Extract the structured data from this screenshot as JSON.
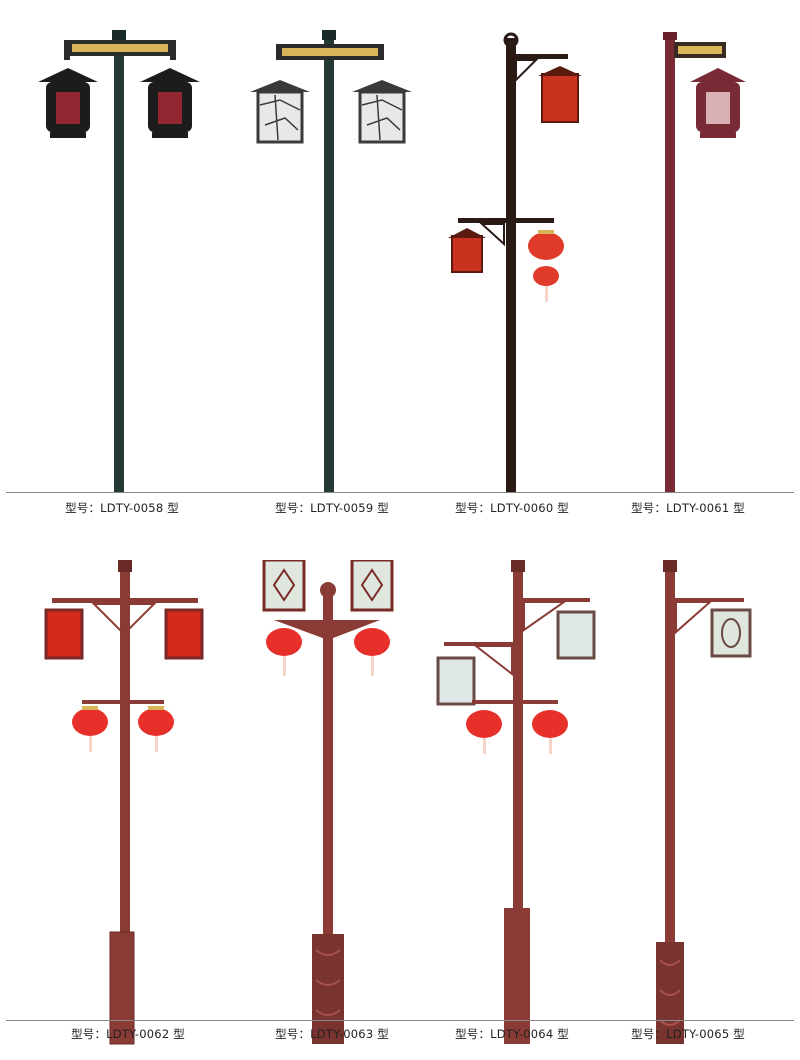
{
  "rows": [
    {
      "models": [
        {
          "caption": "型号：LDTY-0058 型",
          "pole_color": "#243a36",
          "lantern_color": "#1c1c1c",
          "glow_color": "#b02a3a"
        },
        {
          "caption": "型号：LDTY-0059 型",
          "pole_color": "#243a36",
          "lantern_color": "#e8e8e8",
          "glow_color": "#ffffff"
        },
        {
          "caption": "型号：LDTY-0060 型",
          "pole_color": "#2a1a16",
          "lantern_color": "#c8321e",
          "glow_color": "#e03a2a"
        },
        {
          "caption": "型号：LDTY-0061 型",
          "pole_color": "#7a2a34",
          "lantern_color": "#7a2a34",
          "glow_color": "#d9b0b4"
        }
      ]
    },
    {
      "models": [
        {
          "caption": "型号：LDTY-0062 型",
          "pole_color": "#8a3b36",
          "lantern_color": "#d22a1a",
          "glow_color": "#e8302a"
        },
        {
          "caption": "型号：LDTY-0063 型",
          "pole_color": "#8a3b36",
          "lantern_color": "#dfe6de",
          "glow_color": "#e8302a"
        },
        {
          "caption": "型号：LDTY-0064 型",
          "pole_color": "#8a3b36",
          "lantern_color": "#dfe8e6",
          "glow_color": "#e8302a"
        },
        {
          "caption": "型号：LDTY-0065 型",
          "pole_color": "#8a3b36",
          "lantern_color": "#dfe6de",
          "glow_color": "#e8302a"
        }
      ]
    }
  ]
}
